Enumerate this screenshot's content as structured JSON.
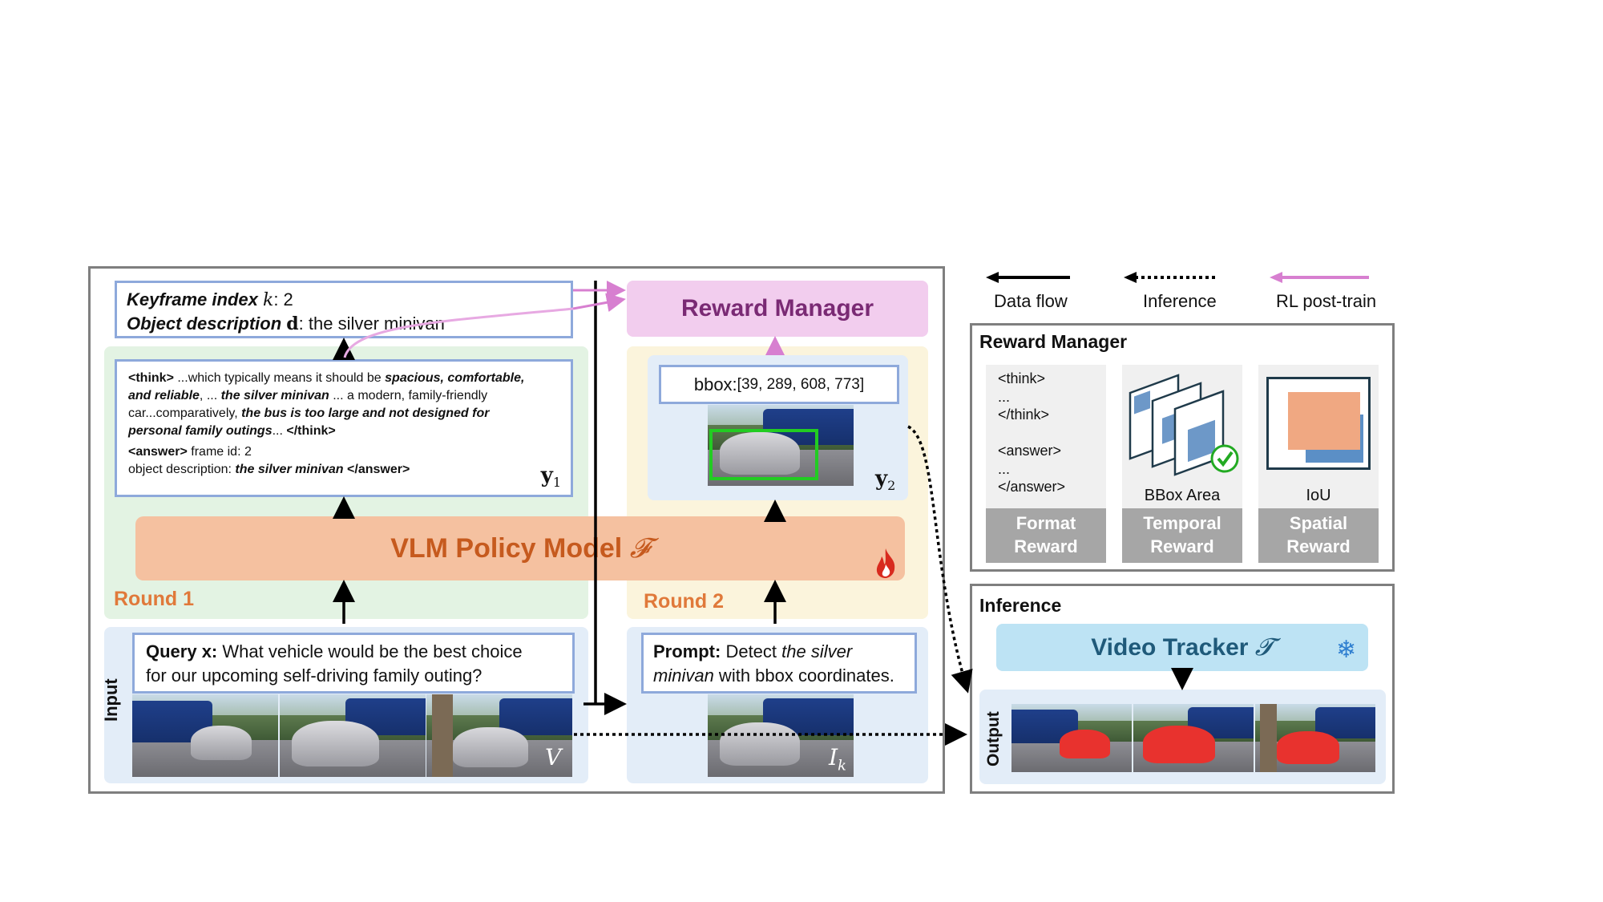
{
  "legend": {
    "data_flow": "Data flow",
    "inference": "Inference",
    "rl_post_train": "RL post-train"
  },
  "colors": {
    "rl_arrow": "#d77fd0",
    "round_label": "#e0793a",
    "policy_bar": "#f5c1a0",
    "policy_text": "#c65a1e",
    "reward_manager_bg": "#f2cdee",
    "reward_manager_text": "#7a2a74",
    "tracker_bg": "#bde3f4",
    "tracker_text": "#1f5a7a",
    "bbox_green": "#22cc22",
    "mask_red": "#e8322e"
  },
  "left": {
    "keyframe": {
      "k_label": "Keyframe index",
      "k_symbol": "k",
      "k_value": ": 2",
      "d_label": "Object description",
      "d_symbol": "d",
      "d_value": ": the silver minivan"
    },
    "y1": {
      "think_tag": "<think>",
      "t1": " ...which typically means it should be ",
      "t1_em": "spacious, comfortable,",
      "t2_em": "and reliable",
      "t2": ", ... ",
      "t2_em2": "the silver minivan",
      "t2b": " ... a modern, family-friendly",
      "t3": "car...comparatively, ",
      "t3_em": "the bus is too large and not designed for",
      "t4_em": "personal family outings",
      "t4": "... ",
      "think_close": "</think>",
      "answer_tag": "<answer>",
      "answer_frame": " frame id: 2",
      "obj_desc": "object description: ",
      "obj_desc_em": "the silver minivan",
      "answer_close": " </answer>",
      "symbol": "y",
      "symbol_sub": "1"
    },
    "policy": {
      "label": "VLM Policy Model",
      "symbol": "𝓕",
      "fire_icon": "fire-icon"
    },
    "round1": "Round 1",
    "round2": "Round 2",
    "input_label": "Input",
    "query": {
      "label": "Query x:",
      "line1": " What vehicle would be the best choice",
      "line2": "for our upcoming self-driving family outing?"
    },
    "video_symbol": "V",
    "prompt": {
      "label": "Prompt:",
      "t1": " Detect ",
      "t1_em": "the silver",
      "t2_em": "minivan",
      "t2": " with bbox coordinates."
    },
    "frame_symbol": "I",
    "frame_sub": "k",
    "reward_manager": "Reward Manager",
    "bbox": {
      "label": "bbox: ",
      "value": "[39, 289, 608, 773]"
    },
    "y2_symbol": "y",
    "y2_sub": "2"
  },
  "reward_panel": {
    "title": "Reward Manager",
    "format_lines": [
      "<think>",
      "...",
      "</think>",
      "",
      "<answer>",
      "...",
      "</answer>"
    ],
    "bbox_area": "BBox Area",
    "iou": "IoU",
    "format_reward": [
      "Format",
      "Reward"
    ],
    "temporal_reward": [
      "Temporal",
      "Reward"
    ],
    "spatial_reward": [
      "Spatial",
      "Reward"
    ]
  },
  "inference_panel": {
    "title": "Inference",
    "tracker_label": "Video Tracker",
    "tracker_symbol": "𝓣",
    "snowflake_icon": "snowflake-icon",
    "output_label": "Output"
  }
}
